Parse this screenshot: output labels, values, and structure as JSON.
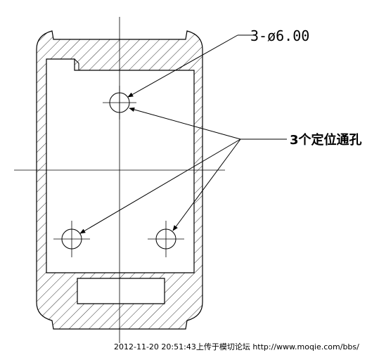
{
  "dimension_label": "3-ø6.00",
  "note_label": "3个定位通孔",
  "footer": "2012-11-20 20:51:43上传于模切论坛 http://www.moqie.com/bbs/"
}
